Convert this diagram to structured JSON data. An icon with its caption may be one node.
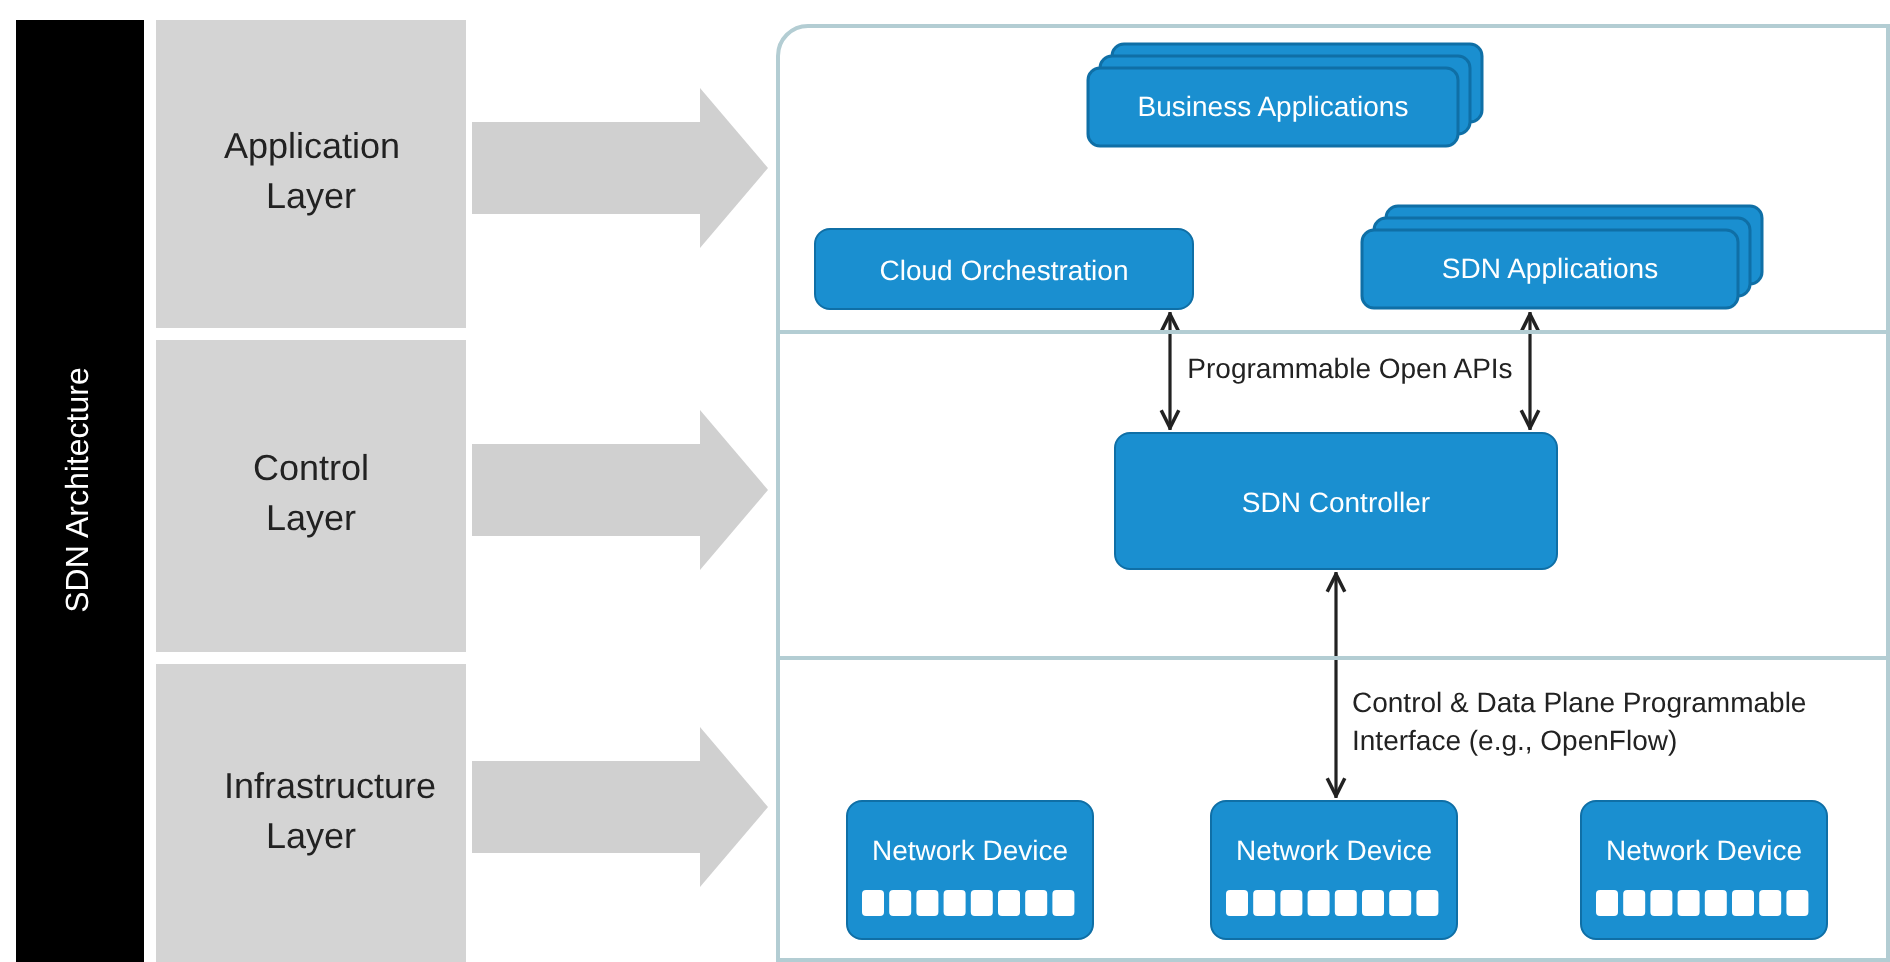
{
  "diagram": {
    "nodes": [
      {
        "text": [
          "SDN Architecture"
        ]
      },
      {
        "text": [
          "Application Layer"
        ]
      },
      {
        "text": [
          "Control Layer"
        ]
      },
      {
        "text": [
          "Infrastructure Layer"
        ]
      },
      {
        "text": [],
        "shape": "box"
      },
      {
        "text": [],
        "shape": "box"
      },
      {
        "text": [],
        "shape": "box"
      },
      {
        "text": [
          "Business Applications"
        ],
        "in": 4
      },
      {
        "text": [
          "Cloud Orchestration"
        ],
        "in": 4
      },
      {
        "text": [
          "SDN Applications"
        ],
        "in": 4
      },
      {
        "text": [
          "SDN Controller"
        ],
        "in": 5
      },
      {
        "text": [
          "Network Device"
        ],
        "in": 6
      },
      {
        "text": [
          "Network Device"
        ],
        "in": 6
      },
      {
        "text": [
          "Network Device"
        ],
        "in": 6
      }
    ],
    "edges": [
      {
        "from": 1,
        "to": 4,
        "arrow": "to",
        "style": "thick",
        "color": "#d0d0d0"
      },
      {
        "from": 2,
        "to": 5,
        "arrow": "to",
        "style": "thick",
        "color": "#d0d0d0"
      },
      {
        "from": 3,
        "to": 6,
        "arrow": "to",
        "style": "thick",
        "color": "#d0d0d0"
      },
      {
        "from": 8,
        "to": 10,
        "arrow": "both",
        "color": "#222222"
      },
      {
        "from": 9,
        "to": 10,
        "arrow": "both",
        "color": "#222222"
      },
      {
        "from": 10,
        "to": 12,
        "arrow": "both",
        "color": "#222222",
        "label": "Control & Data Plane Programmable Interface (e.g., OpenFlow)"
      }
    ],
    "labels": [
      "Programmable Open APIs"
    ]
  }
}
